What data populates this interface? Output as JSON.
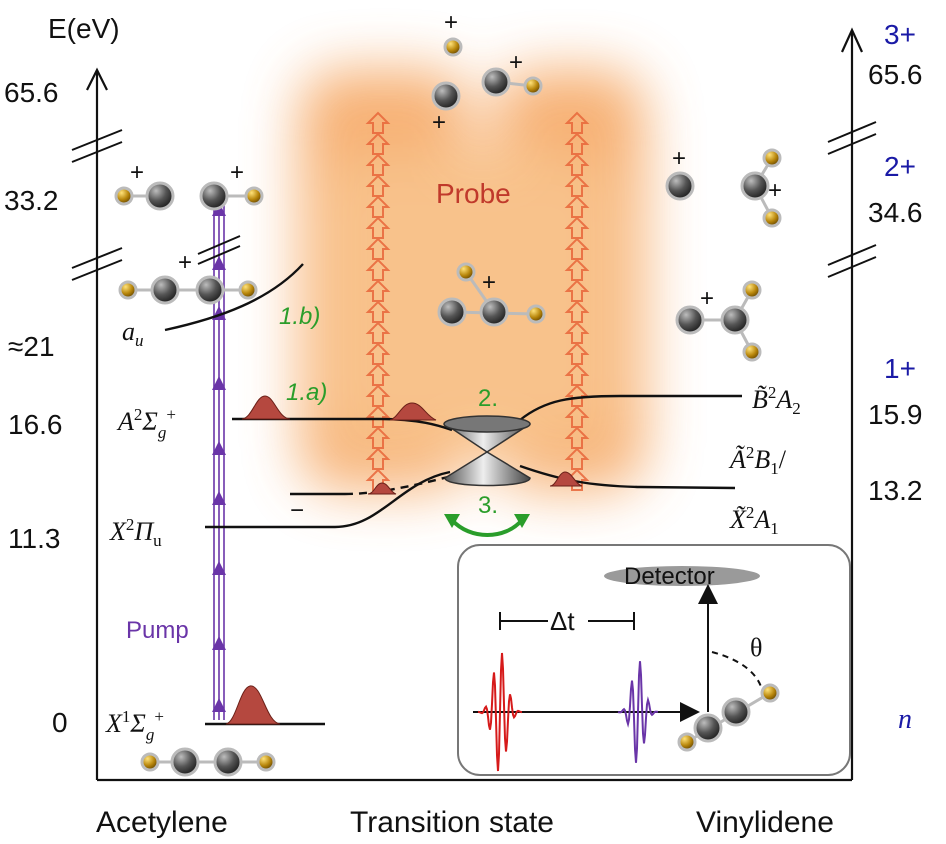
{
  "left_axis": {
    "label": "E(eV)",
    "ticks": [
      "65.6",
      "33.2",
      "≈21",
      "16.6",
      "11.3",
      "0"
    ]
  },
  "right_axis": {
    "charge_labels": [
      "3+",
      "2+",
      "1+",
      "n"
    ],
    "ticks": [
      "65.6",
      "34.6",
      "15.9",
      "13.2"
    ]
  },
  "states_left": {
    "au": {
      "main": "a",
      "sub": "u"
    },
    "A2Sigma": {
      "main": "A",
      "sup": "2",
      "greek": "Σ",
      "sub": "g",
      "sup2": "+"
    },
    "X2Pi": {
      "main": "X",
      "sup": "2",
      "greek": "Π",
      "sub": "u"
    },
    "X1Sigma": {
      "main": "X",
      "sup": "1",
      "greek": "Σ",
      "sub": "g",
      "sup2": "+"
    }
  },
  "states_right": {
    "B2A2": {
      "main": "B̃",
      "sup": "2",
      "term": "A",
      "sub": "2"
    },
    "A2B1": {
      "main": "Ã",
      "sup": "2",
      "term": "B",
      "sub": "1",
      "suffix": "/"
    },
    "X2A1": {
      "main": "X̃",
      "sup": "2",
      "term": "A",
      "sub": "1"
    }
  },
  "process_labels": {
    "step_1a": "1.a)",
    "step_1b": "1.b)",
    "step_2": "2.",
    "step_3": "3.",
    "pump": "Pump",
    "probe": "Probe",
    "minus": "−"
  },
  "charge_sign": "+",
  "inset": {
    "detector": "Detector",
    "delay": "Δt",
    "angle": "θ"
  },
  "bottom_labels": [
    "Acetylene",
    "Transition state",
    "Vinylidene"
  ],
  "colors": {
    "pump": "#6a35a8",
    "probe_glow": "#f5a25a",
    "probe_arrow": "#e8663a",
    "green_label": "#2a9d2a",
    "blue_label": "#1a1aa6",
    "wavepacket": "#b5483f",
    "atom_carbon": "#4a4a4a",
    "atom_hydrogen": "#b8860b"
  }
}
